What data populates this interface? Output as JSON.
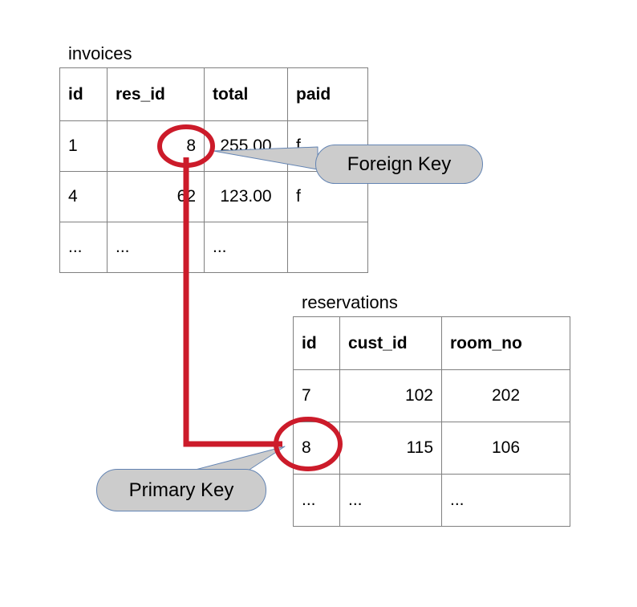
{
  "diagram": {
    "title_invoices": "invoices",
    "title_reservations": "reservations",
    "accent_red": "#cc1b2a",
    "callout_fill": "#cccccc",
    "callout_border": "#6384b3",
    "table_border": "#808080"
  },
  "invoices": {
    "caption": "invoices",
    "columns": [
      "id",
      "res_id",
      "total",
      "paid"
    ],
    "rows": [
      [
        "1",
        "8",
        "255.00",
        "f"
      ],
      [
        "4",
        "62",
        "123.00",
        "f"
      ],
      [
        "...",
        "...",
        "...",
        ""
      ]
    ]
  },
  "reservations": {
    "caption": "reservations",
    "columns": [
      "id",
      "cust_id",
      "room_no"
    ],
    "rows": [
      [
        "7",
        "102",
        "202"
      ],
      [
        "8",
        "115",
        "106"
      ],
      [
        "...",
        "...",
        "..."
      ]
    ]
  },
  "callouts": {
    "foreign_key": "Foreign Key",
    "primary_key": "Primary Key"
  },
  "annotations": {
    "fk_target_value": "8",
    "pk_target_value": "8",
    "relation": "invoices.res_id references reservations.id"
  }
}
